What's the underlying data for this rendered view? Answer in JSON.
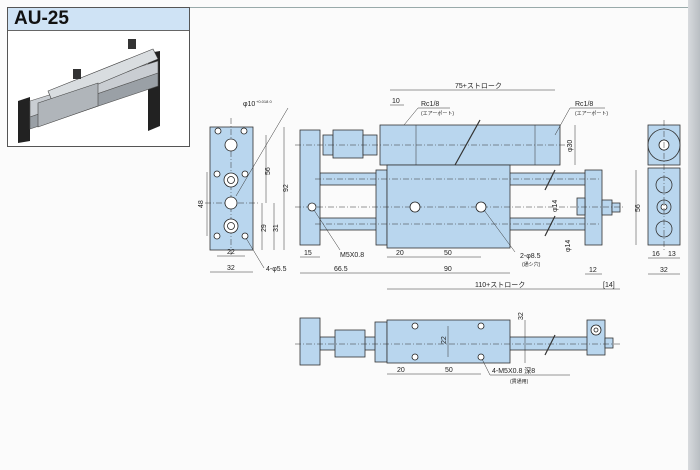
{
  "header": {
    "model": "AU-25"
  },
  "drawing": {
    "end_view_left": {
      "bore_label": "φ10",
      "bore_tol": "+0.018 0",
      "holes_label": "4-φ5.5",
      "dims": {
        "d48": "48",
        "d56": "56",
        "d92": "92",
        "d29": "29",
        "d31": "31",
        "d22": "22",
        "d32": "32"
      }
    },
    "front_view": {
      "stroke_len_top": "75+ストローク",
      "port_offset": "10",
      "port_left": "Rc1/8",
      "port_left_sub": "(エアーポート)",
      "port_right": "Rc1/8",
      "port_right_sub": "(エアーポート)",
      "tube_dia": "φ30",
      "d15": "15",
      "thread": "M5X0.8",
      "d66_5": "66.5",
      "d20": "20",
      "d50": "50",
      "d90": "90",
      "holes": "2-φ8.5",
      "holes_sub": "(通シ穴)",
      "stroke_len_bottom": "110+ストローク",
      "rod_dia_upper": "φ14",
      "rod_dia_lower": "φ14",
      "d12": "12",
      "d14": "[14]",
      "d56": "56"
    },
    "end_view_right": {
      "d16": "16",
      "d13": "13",
      "d32": "32"
    },
    "bottom_view": {
      "d32": "32",
      "d22": "22",
      "d20": "20",
      "d50": "50",
      "tapped": "4-M5X0.8 深8",
      "tapped_sub": "(貫通用)"
    }
  },
  "colors": {
    "part_fill": "#b9d6ee",
    "title_bg": "#cfe3f5"
  }
}
